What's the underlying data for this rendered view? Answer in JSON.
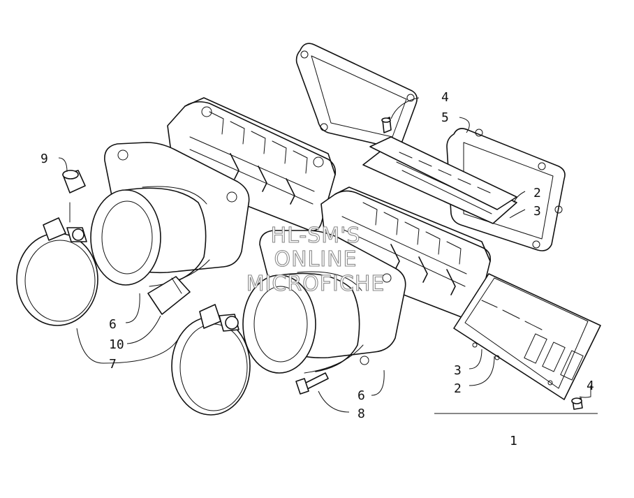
{
  "diagram": {
    "callouts": [
      {
        "id": "c9",
        "label": "9"
      },
      {
        "id": "c4a",
        "label": "4"
      },
      {
        "id": "c5",
        "label": "5"
      },
      {
        "id": "c2a",
        "label": "2"
      },
      {
        "id": "c3a",
        "label": "3"
      },
      {
        "id": "c6a",
        "label": "6"
      },
      {
        "id": "c10",
        "label": "10"
      },
      {
        "id": "c7",
        "label": "7"
      },
      {
        "id": "c3b",
        "label": "3"
      },
      {
        "id": "c2b",
        "label": "2"
      },
      {
        "id": "c4b",
        "label": "4"
      },
      {
        "id": "c6b",
        "label": "6"
      },
      {
        "id": "c8",
        "label": "8"
      },
      {
        "id": "c1",
        "label": "1"
      }
    ],
    "watermark": [
      "HL-SM'S",
      "ONLINE",
      "MICROFICHE"
    ]
  }
}
